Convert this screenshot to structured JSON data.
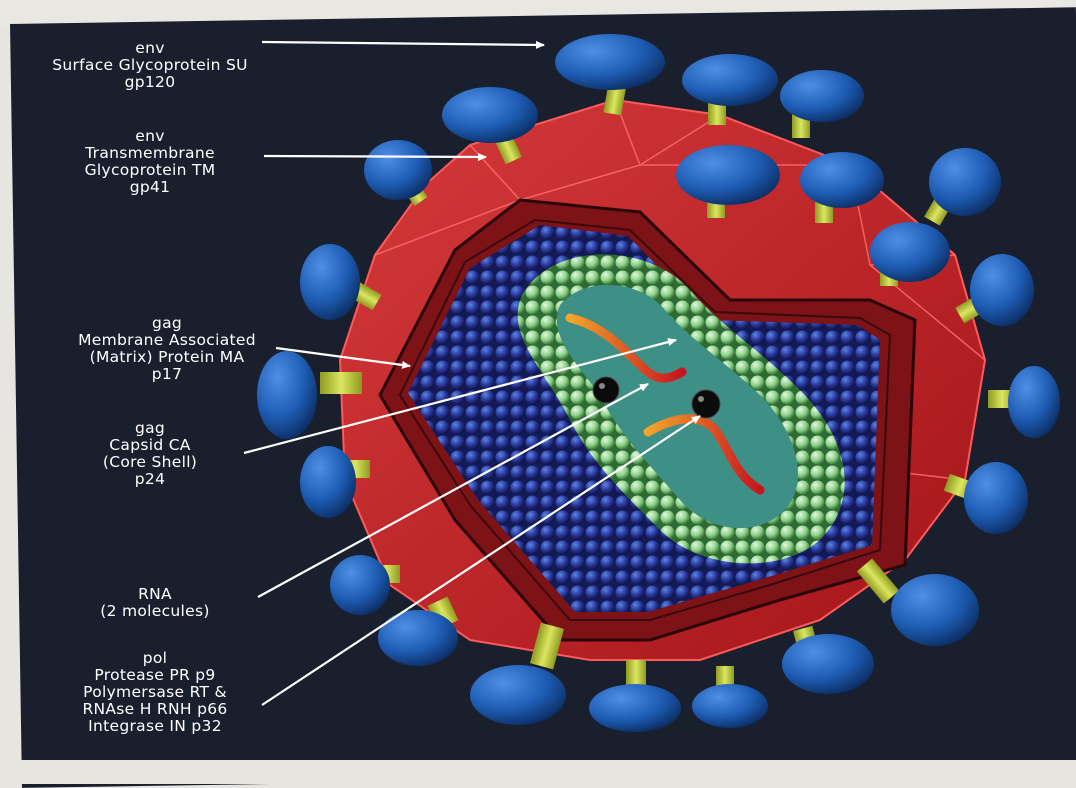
{
  "labels": {
    "env_su": {
      "l1": "env",
      "l2": "Surface Glycoprotein SU",
      "l3": "gp120"
    },
    "env_tm": {
      "l1": "env",
      "l2": "Transmembrane",
      "l3": "Glycoprotein TM",
      "l4": "gp41"
    },
    "gag_ma": {
      "l1": "gag",
      "l2": "Membrane Associated",
      "l3": "(Matrix) Protein MA",
      "l4": "p17"
    },
    "gag_ca": {
      "l1": "gag",
      "l2": "Capsid CA",
      "l3": "(Core Shell)",
      "l4": "p24"
    },
    "rna": {
      "l1": "RNA",
      "l2": "(2 molecules)"
    },
    "pol": {
      "l1": "pol",
      "l2": "Protease PR p9",
      "l3": "Polymersase RT &",
      "l4": "RNAse H RNH p66",
      "l5": "Integrase IN p32"
    }
  },
  "colors": {
    "envelope": "#c8232a",
    "matrix_blue": "#2b3a9c",
    "capsid_green": "#9fd49a",
    "core_teal": "#3e8f86",
    "spike_cap": "#1f5fb0",
    "spike_stem": "#c9d54a",
    "arrow": "#ffffff"
  }
}
